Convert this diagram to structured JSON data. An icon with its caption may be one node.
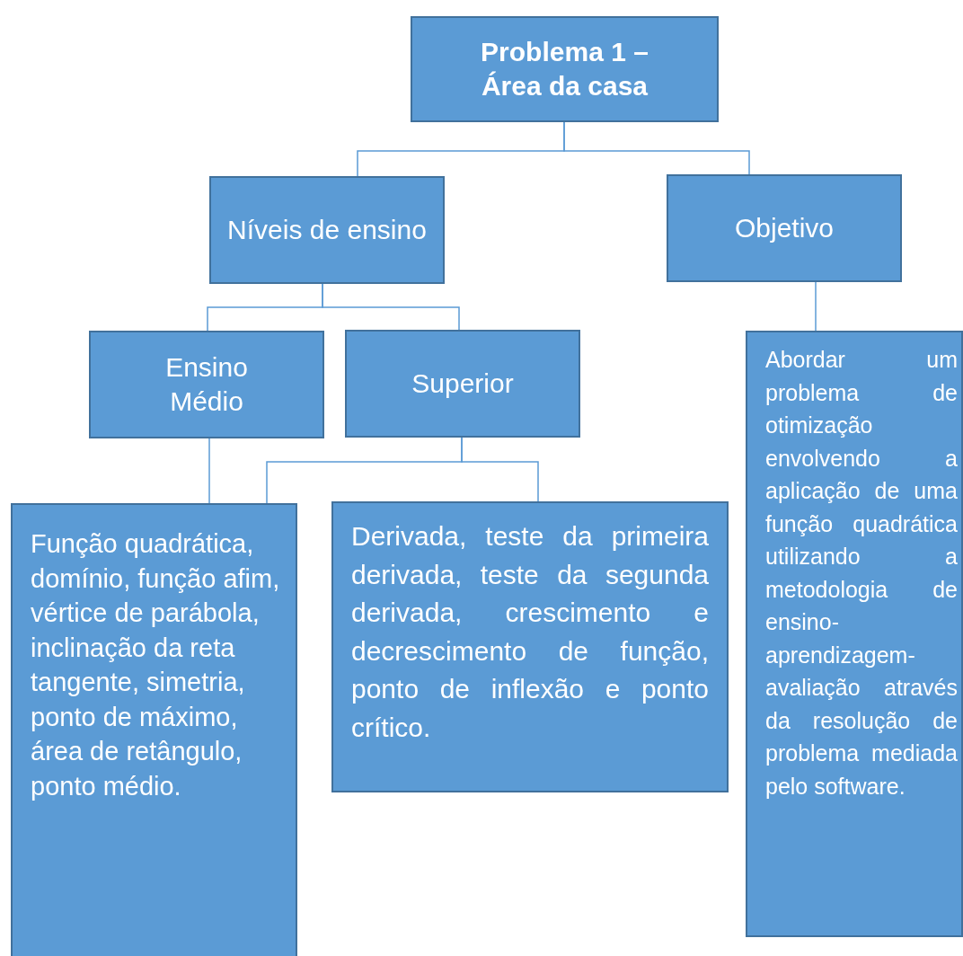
{
  "diagram": {
    "nodes": [
      {
        "text": [
          "Problema 1 – Área da casa"
        ]
      },
      {
        "text": [
          "Níveis de ensino"
        ]
      },
      {
        "text": [
          "Objetivo"
        ]
      },
      {
        "text": [
          "Ensino Médio"
        ]
      },
      {
        "text": [
          "Superior"
        ]
      },
      {
        "text": [
          "Função quadrática, domínio, função afim, vértice de parábola, inclinação da reta tangente, simetria, ponto de máximo, área de retângulo, ponto médio."
        ]
      },
      {
        "text": [
          "Derivada, teste da primeira derivada, teste da segunda derivada, crescimento e decrescimento de função, ponto de inflexão e ponto crítico."
        ]
      },
      {
        "text": [
          "Abordar um problema de otimização envolvendo a aplicação de uma função quadrática utilizando a metodologia de ensino-aprendizagem-avaliação através da resolução de problema mediada pelo software."
        ]
      }
    ],
    "edges": [
      {
        "from": 0,
        "to": 1,
        "arrow": "none"
      },
      {
        "from": 0,
        "to": 2,
        "arrow": "none"
      },
      {
        "from": 1,
        "to": 3,
        "arrow": "none"
      },
      {
        "from": 1,
        "to": 4,
        "arrow": "none"
      },
      {
        "from": 3,
        "to": 5,
        "arrow": "none"
      },
      {
        "from": 4,
        "to": 5,
        "arrow": "none"
      },
      {
        "from": 4,
        "to": 6,
        "arrow": "none"
      },
      {
        "from": 2,
        "to": 7,
        "arrow": "none"
      }
    ]
  }
}
